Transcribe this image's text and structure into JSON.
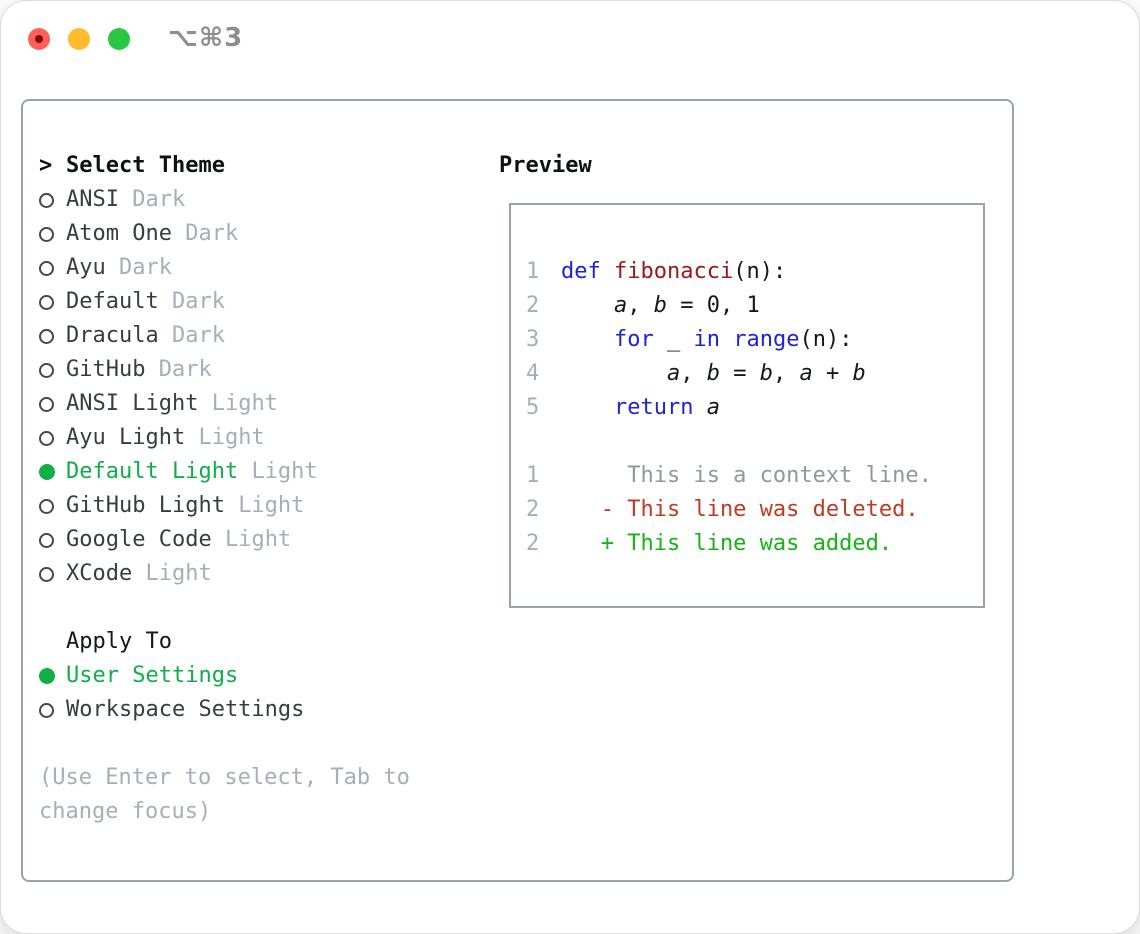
{
  "window": {
    "title_shortcut": "⌥⌘3"
  },
  "panel": {
    "theme_selector": {
      "prompt": ">",
      "header": "Select Theme",
      "items": [
        {
          "name": "ANSI",
          "variant": "Dark",
          "selected": false
        },
        {
          "name": "Atom One",
          "variant": "Dark",
          "selected": false
        },
        {
          "name": "Ayu",
          "variant": "Dark",
          "selected": false
        },
        {
          "name": "Default",
          "variant": "Dark",
          "selected": false
        },
        {
          "name": "Dracula",
          "variant": "Dark",
          "selected": false
        },
        {
          "name": "GitHub",
          "variant": "Dark",
          "selected": false
        },
        {
          "name": "ANSI Light",
          "variant": "Light",
          "selected": false
        },
        {
          "name": "Ayu Light",
          "variant": "Light",
          "selected": false
        },
        {
          "name": "Default Light",
          "variant": "Light",
          "selected": true
        },
        {
          "name": "GitHub Light",
          "variant": "Light",
          "selected": false
        },
        {
          "name": "Google Code",
          "variant": "Light",
          "selected": false
        },
        {
          "name": "XCode",
          "variant": "Light",
          "selected": false
        }
      ]
    },
    "apply_to": {
      "header": "Apply To",
      "options": [
        {
          "label": "User Settings",
          "selected": true
        },
        {
          "label": "Workspace Settings",
          "selected": false
        }
      ]
    },
    "help_text": "(Use Enter to select, Tab to change focus)",
    "preview": {
      "header": "Preview",
      "code_lines": [
        {
          "num": "1",
          "tokens": [
            {
              "t": "def",
              "c": "kw"
            },
            {
              "t": " "
            },
            {
              "t": "fibonacci",
              "c": "fn"
            },
            {
              "t": "(n):"
            }
          ]
        },
        {
          "num": "2",
          "tokens": [
            {
              "t": "    "
            },
            {
              "t": "a",
              "c": "var"
            },
            {
              "t": ", "
            },
            {
              "t": "b",
              "c": "var"
            },
            {
              "t": " = 0, 1"
            }
          ]
        },
        {
          "num": "3",
          "tokens": [
            {
              "t": "    "
            },
            {
              "t": "for",
              "c": "kw"
            },
            {
              "t": " _ "
            },
            {
              "t": "in",
              "c": "kw"
            },
            {
              "t": " "
            },
            {
              "t": "range",
              "c": "kw"
            },
            {
              "t": "(n):"
            }
          ]
        },
        {
          "num": "4",
          "tokens": [
            {
              "t": "        "
            },
            {
              "t": "a",
              "c": "var"
            },
            {
              "t": ", "
            },
            {
              "t": "b",
              "c": "var"
            },
            {
              "t": " = "
            },
            {
              "t": "b",
              "c": "var"
            },
            {
              "t": ", "
            },
            {
              "t": "a",
              "c": "var"
            },
            {
              "t": " + "
            },
            {
              "t": "b",
              "c": "var"
            }
          ]
        },
        {
          "num": "5",
          "tokens": [
            {
              "t": "    "
            },
            {
              "t": "return",
              "c": "kw"
            },
            {
              "t": " "
            },
            {
              "t": "a",
              "c": "var"
            }
          ]
        }
      ],
      "diff_lines": [
        {
          "num": "1",
          "kind": "context",
          "text": "     This is a context line."
        },
        {
          "num": "2",
          "kind": "deleted",
          "text": "   - This line was deleted."
        },
        {
          "num": "2",
          "kind": "added",
          "text": "   + This line was added."
        }
      ]
    }
  },
  "colors": {
    "selected_green": "#0fae47",
    "added_green": "#15b415",
    "deleted_red": "#c23a21",
    "keyword_blue": "#1e22dd",
    "function_red": "#9e1717",
    "text_dark": "#383d44",
    "heading_black": "#0e1116",
    "muted_gray": "#a6aeb9",
    "line_number_gray": "#a4aeba",
    "context_gray": "#8f979f",
    "border_gray": "#9aa2ae",
    "title_gray": "#8e8e92",
    "traffic_red": "#ff5f57",
    "traffic_yellow": "#febc2e",
    "traffic_green": "#28c840"
  }
}
